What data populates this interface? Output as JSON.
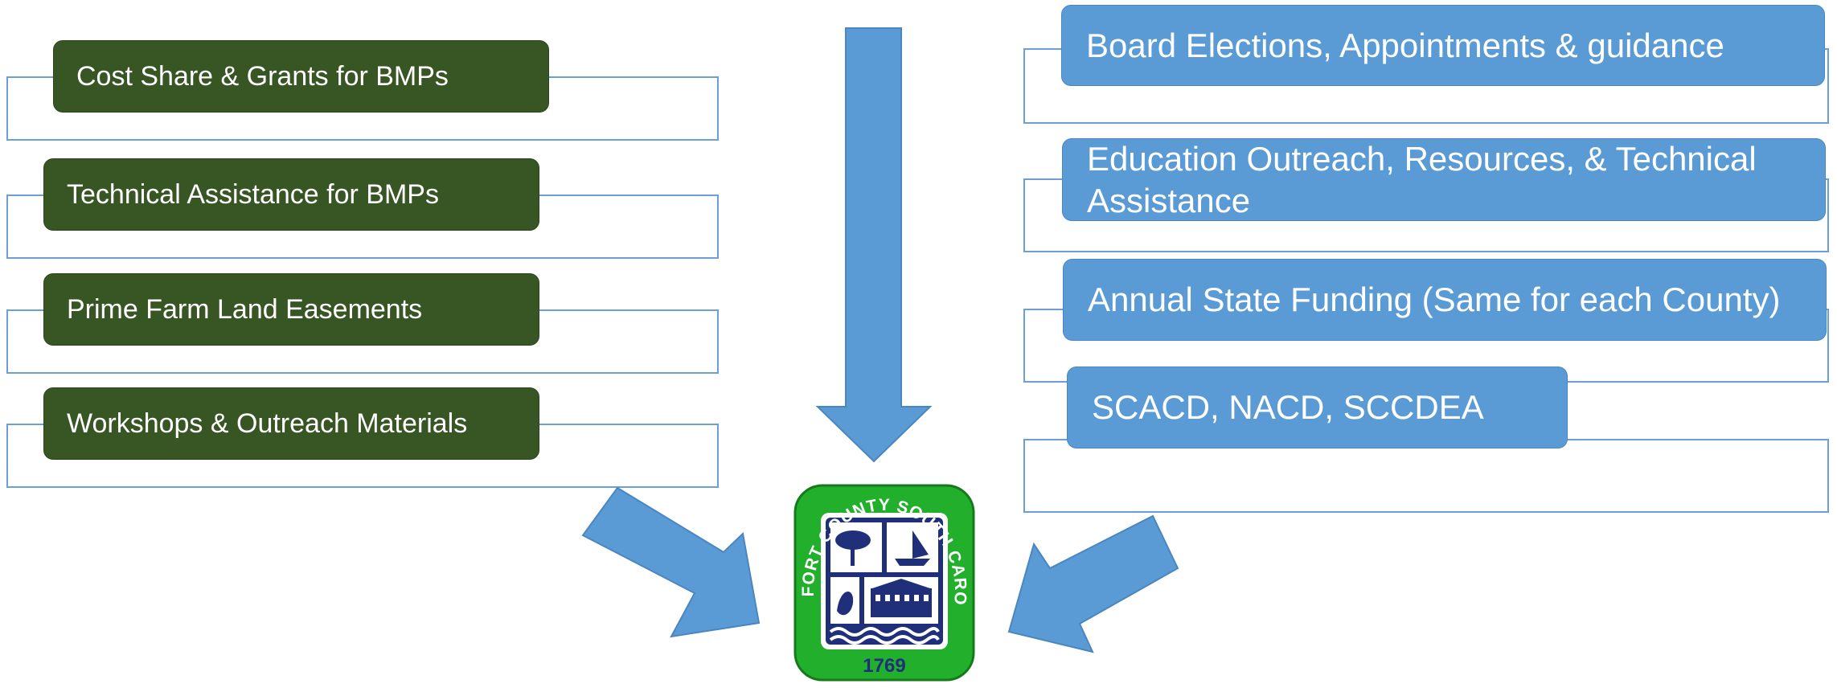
{
  "left_boxes": [
    {
      "label": "Cost Share & Grants for BMPs"
    },
    {
      "label": "Technical Assistance for BMPs"
    },
    {
      "label": "Prime Farm Land Easements"
    },
    {
      "label": "Workshops & Outreach Materials"
    }
  ],
  "right_boxes": [
    {
      "label": "Board Elections, Appointments & guidance"
    },
    {
      "label": "Education Outreach, Resources, & Technical Assistance"
    },
    {
      "label": "Annual State Funding (Same for each County)"
    },
    {
      "label": "SCACD, NACD, SCCDEA"
    }
  ],
  "seal": {
    "ring_text": "BEAUFORT COUNTY SOUTH CAROLINA",
    "year": "1769"
  },
  "colors": {
    "green_box": "#375623",
    "blue_box": "#5b9bd5",
    "frame_line": "#6b9fd6",
    "arrow": "#5b9bd5",
    "seal_green": "#22b02c",
    "seal_navy": "#1f2f7a"
  },
  "icons": [
    "arrow-down-icon",
    "arrow-diagonal-right-down-icon",
    "arrow-diagonal-left-down-icon",
    "county-seal-logo"
  ]
}
